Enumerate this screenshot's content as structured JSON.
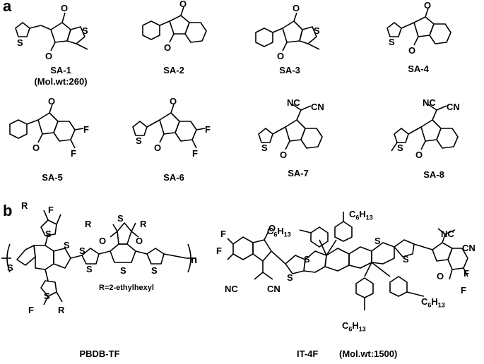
{
  "panels": {
    "a": "a",
    "b": "b"
  },
  "compounds": [
    {
      "id": "SA-1",
      "mw": "(Mol.wt:260)"
    },
    {
      "id": "SA-2"
    },
    {
      "id": "SA-3"
    },
    {
      "id": "SA-4"
    },
    {
      "id": "SA-5"
    },
    {
      "id": "SA-6"
    },
    {
      "id": "SA-7"
    },
    {
      "id": "SA-8"
    }
  ],
  "polymer": {
    "name": "PBDB-TF",
    "side_chain_note": "R=2-ethylhexyl",
    "repeat": "n"
  },
  "acceptor": {
    "name": "IT-4F",
    "mw": "(Mol.wt:1500)"
  },
  "atoms": {
    "O": "O",
    "S": "S",
    "F": "F",
    "R": "R",
    "NC": "NC",
    "CN": "CN",
    "C6H13": "C6H13"
  }
}
